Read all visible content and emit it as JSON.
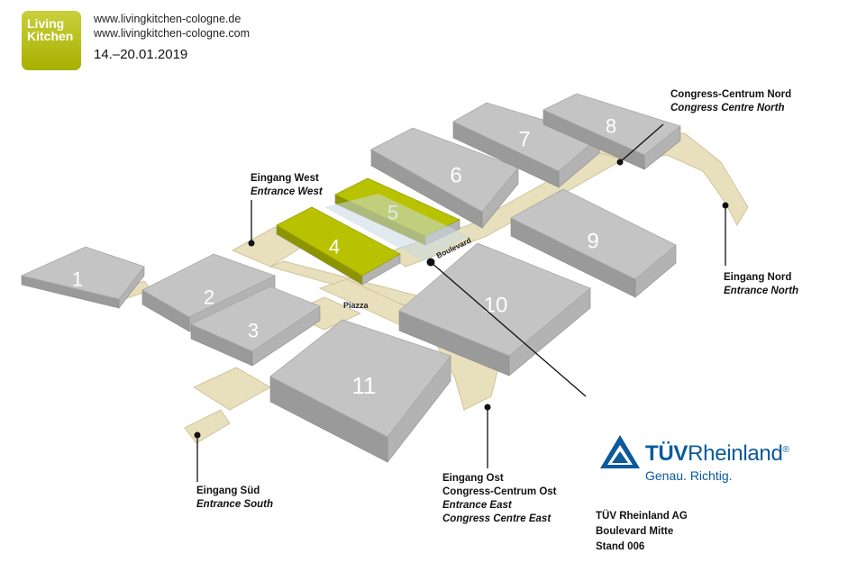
{
  "header": {
    "logo_line1": "Living",
    "logo_line2": "Kitchen",
    "url_de": "www.livingkitchen-cologne.de",
    "url_com": "www.livingkitchen-cologne.com",
    "dates": "14.–20.01.2019"
  },
  "halls": [
    {
      "id": "1",
      "label": "1"
    },
    {
      "id": "2",
      "label": "2"
    },
    {
      "id": "3",
      "label": "3"
    },
    {
      "id": "4",
      "label": "4",
      "highlight": true
    },
    {
      "id": "5",
      "label": "5",
      "highlight": true
    },
    {
      "id": "6",
      "label": "6"
    },
    {
      "id": "7",
      "label": "7"
    },
    {
      "id": "8",
      "label": "8"
    },
    {
      "id": "9",
      "label": "9"
    },
    {
      "id": "10",
      "label": "10"
    },
    {
      "id": "11",
      "label": "11"
    }
  ],
  "map_labels": {
    "piazza": "Piazza",
    "boulevard": "Boulevard"
  },
  "entrances": {
    "west": {
      "de": "Eingang West",
      "en": "Entrance West"
    },
    "north": {
      "de": "Eingang Nord",
      "en": "Entrance North"
    },
    "south": {
      "de": "Eingang Süd",
      "en": "Entrance South"
    },
    "east": {
      "de": "Eingang Ost",
      "de2": "Congress-Centrum Ost",
      "en": "Entrance East",
      "en2": "Congress Centre East"
    },
    "congress_north": {
      "de": "Congress-Centrum Nord",
      "en": "Congress Centre North"
    }
  },
  "sponsor": {
    "brand_bold": "TÜV",
    "brand_rest": "Rheinland",
    "registered": "®",
    "tagline": "Genau. Richtig.",
    "address_line1": "TÜV Rheinland AG",
    "address_line2": "Boulevard Mitte",
    "address_line3": "Stand 006"
  },
  "colors": {
    "hall_top": "#c4c4c4",
    "hall_side": "#9a9a9a",
    "highlight_top": "#b9c200",
    "highlight_side": "#8c9400",
    "walkway": "#e8dfbc",
    "brand_blue": "#0a5a9c"
  }
}
